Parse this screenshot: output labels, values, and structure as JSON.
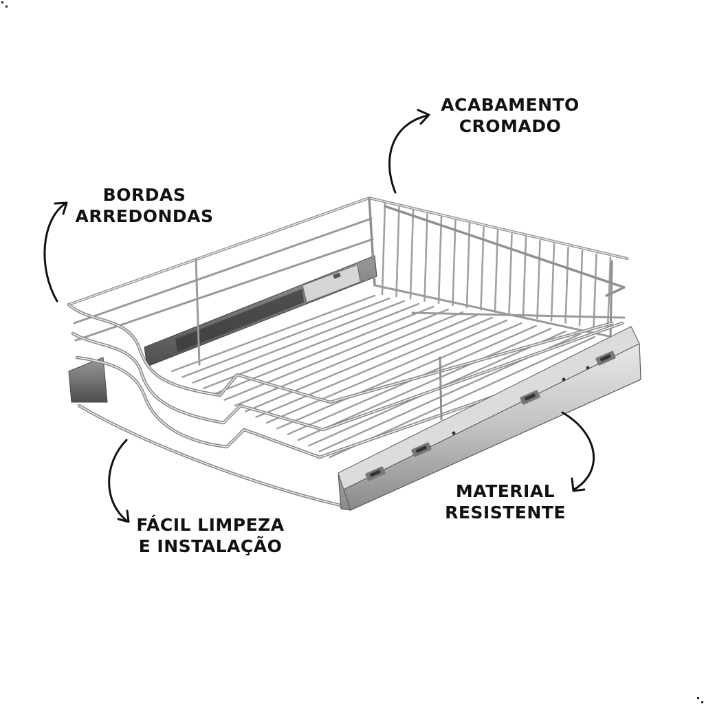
{
  "product": {
    "icon": "chrome-wire-pull-out-basket-drawer"
  },
  "callouts": {
    "finish": {
      "line1": "ACABAMENTO",
      "line2": "CROMADO"
    },
    "edges": {
      "line1": "BORDAS",
      "line2": "ARREDONDAS"
    },
    "material": {
      "line1": "MATERIAL",
      "line2": "RESISTENTE"
    },
    "cleaning": {
      "line1": "FÁCIL LIMPEZA",
      "line2": "E INSTALAÇÃO"
    }
  },
  "colors": {
    "text": "#111111",
    "chrome": "#b9b9b9",
    "chrome_dark": "#6e6e6e",
    "background": "#ffffff"
  }
}
